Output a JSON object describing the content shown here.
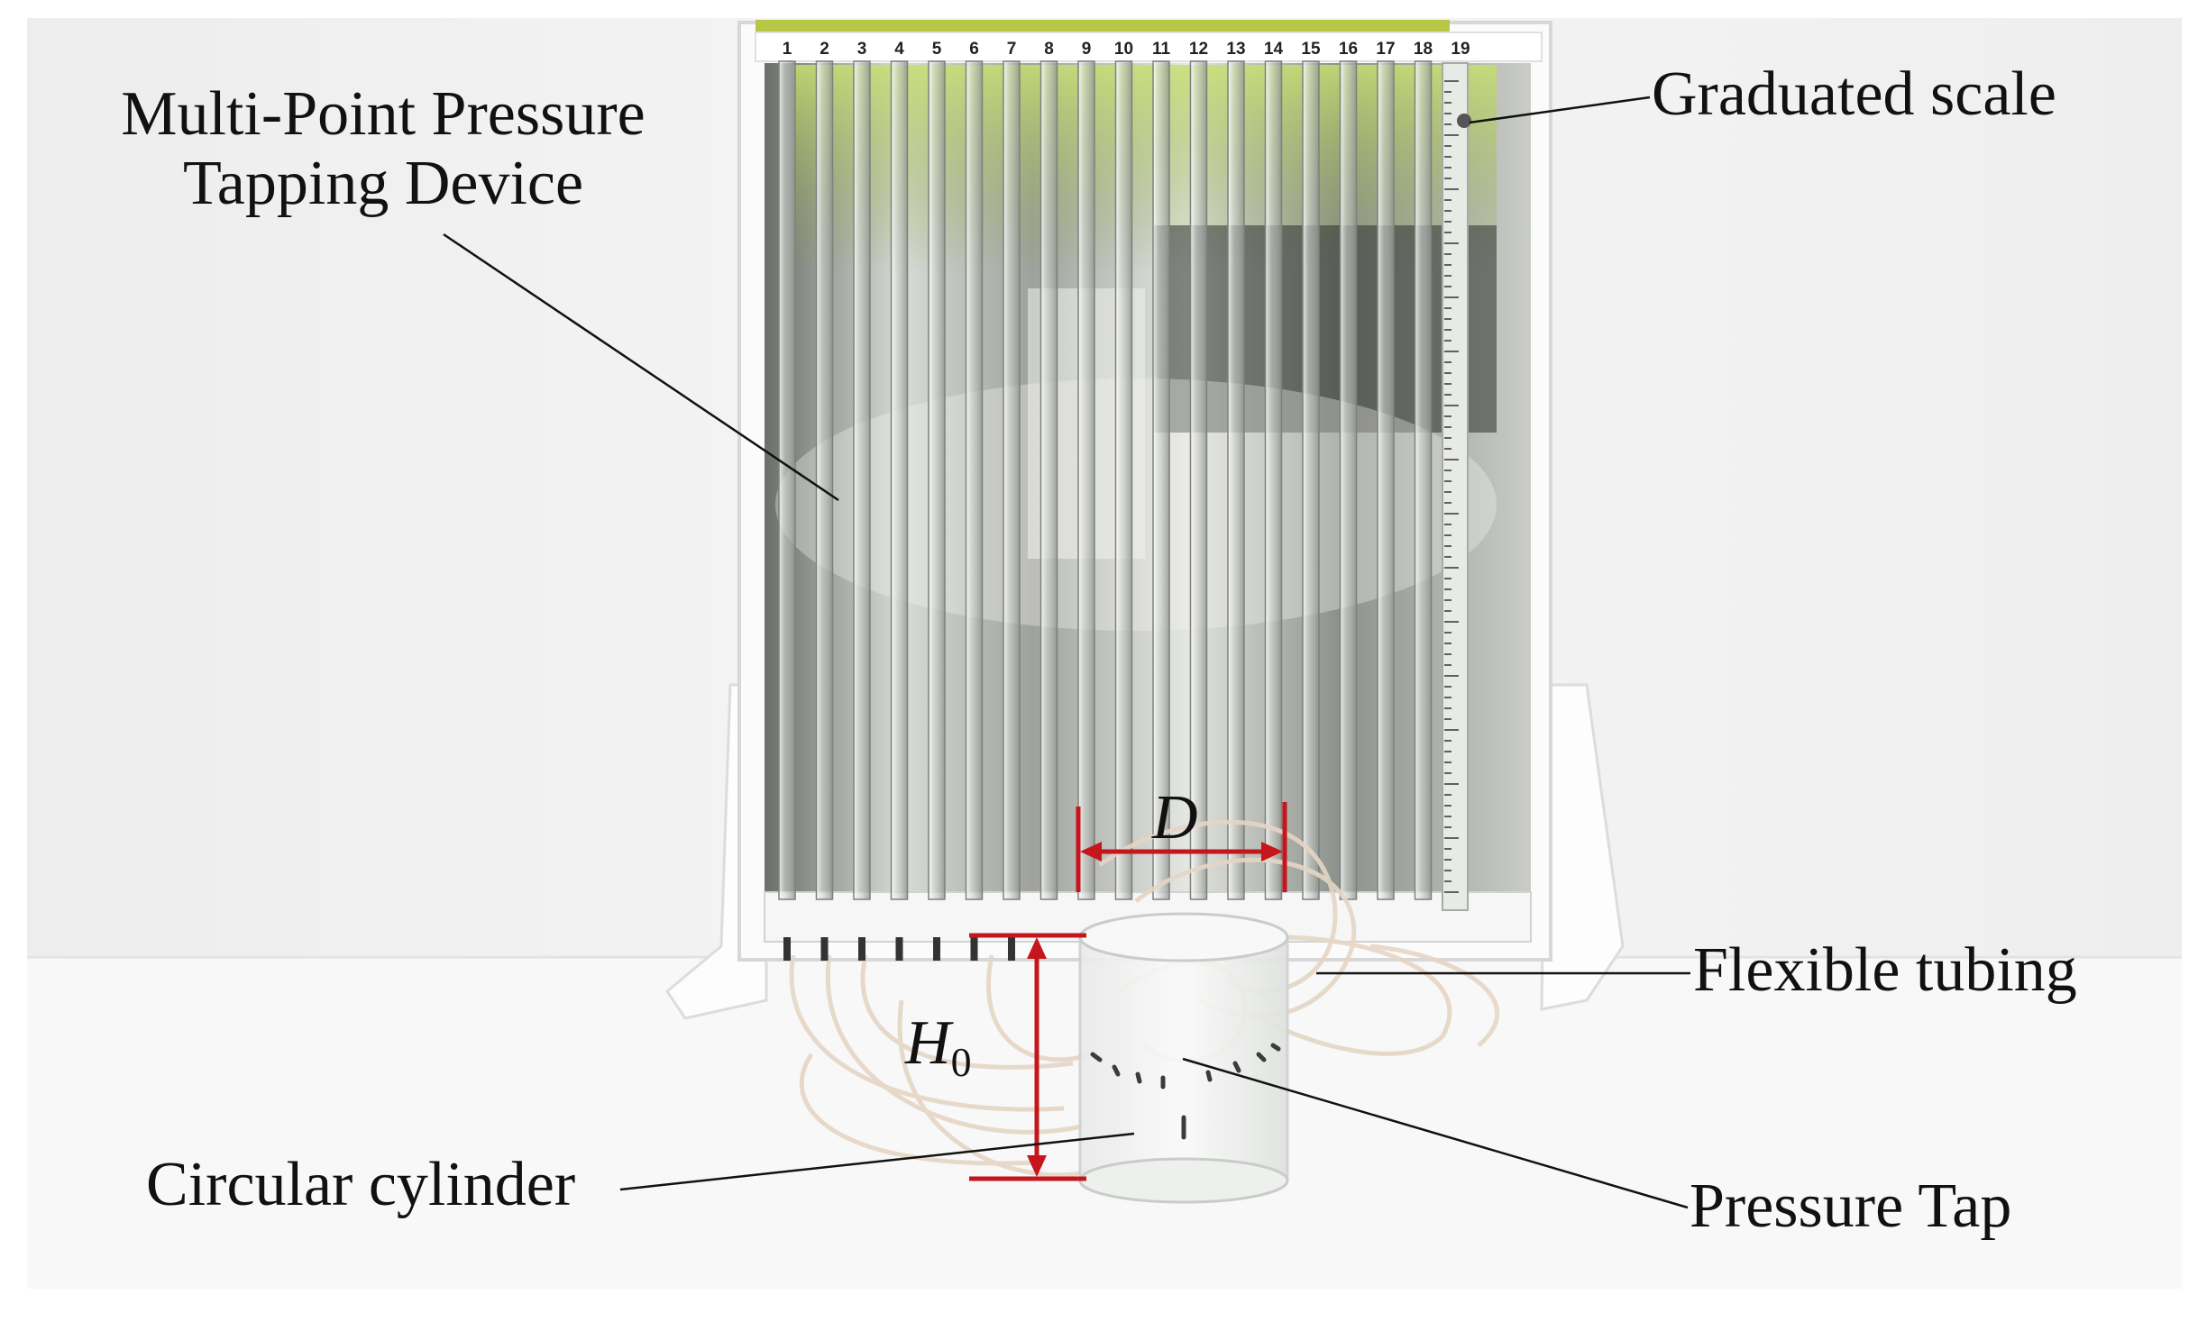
{
  "tube_numbers": [
    "1",
    "2",
    "3",
    "4",
    "5",
    "6",
    "7",
    "8",
    "9",
    "10",
    "11",
    "12",
    "13",
    "14",
    "15",
    "16",
    "17",
    "18",
    "19"
  ],
  "labels": {
    "device_line1": "Multi-Point Pressure",
    "device_line2": "Tapping Device",
    "scale": "Graduated scale",
    "tubing": "Flexible tubing",
    "cylinder": "Circular cylinder",
    "tap": "Pressure Tap"
  },
  "dimensions": {
    "diameter": "D",
    "height_symbol": "H",
    "height_subscript": "0"
  },
  "colors": {
    "dimension": "#c4161c",
    "leader": "#111111",
    "background": "#f1f2f2",
    "floor": "#f7f7f7",
    "frame": "#fbfbfb",
    "tube_top": "#b8c646"
  }
}
